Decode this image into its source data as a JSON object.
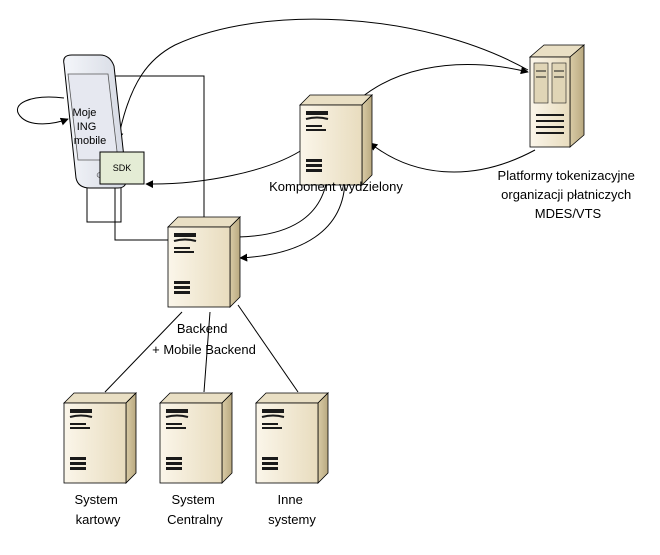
{
  "phone": {
    "app_label_lines": [
      "Moje",
      "ING",
      "mobile"
    ],
    "sdk_label": "SDK"
  },
  "nodes": {
    "component": {
      "label_lines": [
        "Komponent wydzielony"
      ]
    },
    "tokenization": {
      "label_lines": [
        "Platformy tokenizacyjne",
        "organizacji płatniczych",
        "MDES/VTS"
      ]
    },
    "backend": {
      "label_lines": [
        "Backend",
        "+ Mobile Backend"
      ]
    },
    "card_system": {
      "label_lines": [
        "System",
        "kartowy"
      ]
    },
    "central_system": {
      "label_lines": [
        "System",
        "Centralny"
      ]
    },
    "other_systems": {
      "label_lines": [
        "Inne",
        "systemy"
      ]
    }
  },
  "colors": {
    "server_face": "#f2ead6",
    "server_side": "#cdbf9a",
    "server_dark": "#1a1a1a",
    "phone_body": "#eceff4",
    "phone_screen": "#e6e8f0",
    "sdk_fill": "#e4ecd5",
    "line": "#000000"
  }
}
